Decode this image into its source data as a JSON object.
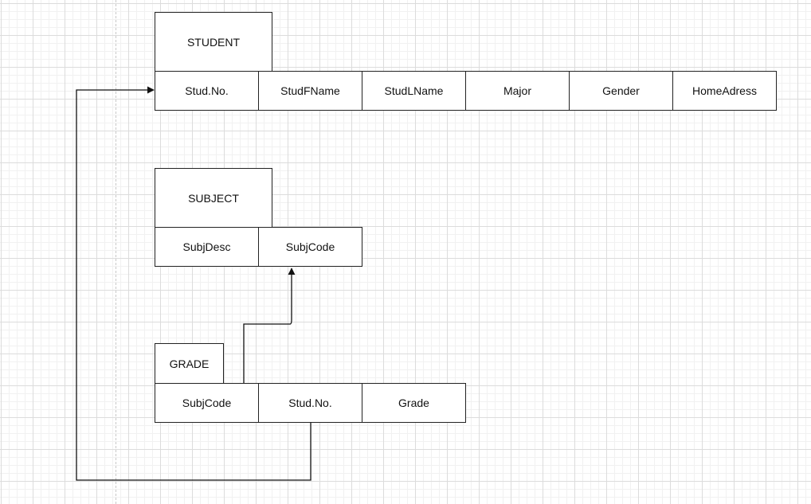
{
  "tables": {
    "student": {
      "name": "STUDENT",
      "fields": [
        "Stud.No.",
        "StudFName",
        "StudLName",
        "Major",
        "Gender",
        "HomeAdress"
      ]
    },
    "subject": {
      "name": "SUBJECT",
      "fields": [
        "SubjDesc",
        "SubjCode"
      ]
    },
    "grade": {
      "name": "GRADE",
      "fields": [
        "SubjCode",
        "Stud.No.",
        "Grade"
      ]
    }
  },
  "relationships": [
    {
      "from": "GRADE.SubjCode",
      "to": "SUBJECT.SubjCode"
    },
    {
      "from": "GRADE.Stud.No.",
      "to": "STUDENT.Stud.No."
    }
  ],
  "colors": {
    "stroke": "#222222",
    "grid": "#dcdcdc",
    "background": "#ffffff"
  }
}
